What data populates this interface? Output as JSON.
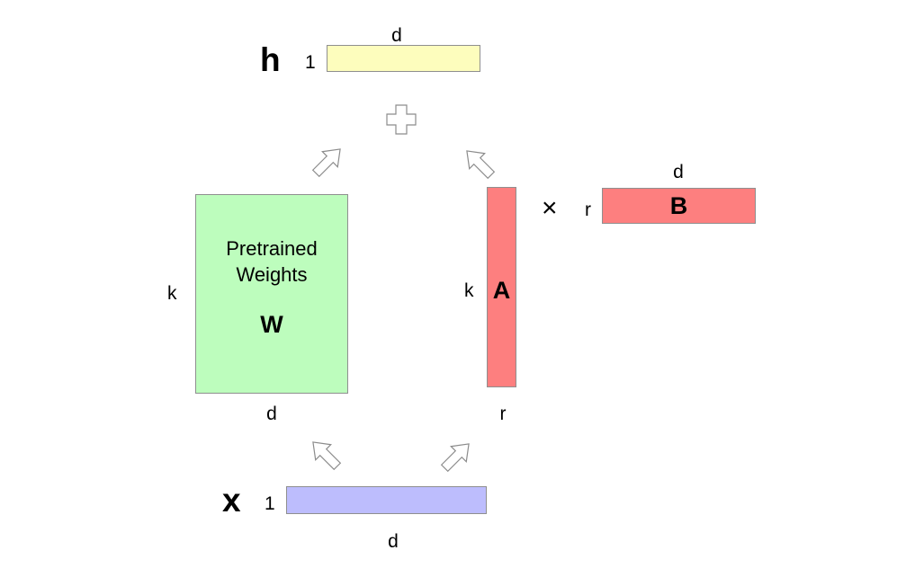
{
  "colors": {
    "output_fill": "#fdfdbd",
    "weights_fill": "#bdfdbd",
    "lora_fill": "#fd7f7f",
    "input_fill": "#bdbdfd",
    "outline": "#8f8f8f",
    "arrow_fill": "#ffffff",
    "arrow_stroke": "#8c8c8c"
  },
  "output": {
    "symbol": "h",
    "rows_label": "1",
    "cols_label": "d"
  },
  "input": {
    "symbol": "x",
    "rows_label": "1",
    "cols_label": "d"
  },
  "weights": {
    "title_line1": "Pretrained",
    "title_line2": "Weights",
    "symbol": "W",
    "rows_label": "k",
    "cols_label": "d"
  },
  "matrix_a": {
    "symbol": "A",
    "rows_label": "k",
    "cols_label": "r"
  },
  "matrix_b": {
    "symbol": "B",
    "rows_label": "r",
    "cols_label": "d"
  },
  "operators": {
    "multiply": "×",
    "plus_icon": "plus-icon"
  }
}
